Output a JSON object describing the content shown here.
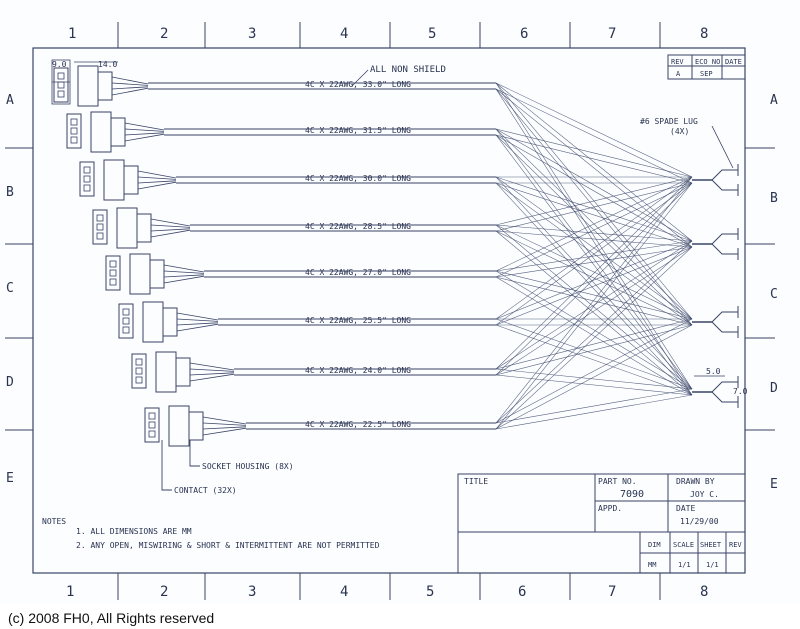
{
  "column_labels": [
    "1",
    "2",
    "3",
    "4",
    "5",
    "6",
    "7",
    "8"
  ],
  "row_labels": [
    "A",
    "B",
    "C",
    "D",
    "E"
  ],
  "revision_block": {
    "rev": "REV",
    "eco": "ECO NO",
    "date": "DATE",
    "rev_val": "A",
    "eco_val": "SEP"
  },
  "header_note": "ALL NON SHIELD",
  "spade_lug_note": "#6 SPADE LUG",
  "spade_lug_count": "(4X)",
  "dimension_labels": {
    "d1": "9.0",
    "d2": "14.0",
    "d3": "5.0",
    "d4": "7.0"
  },
  "cables": [
    {
      "label": "4C X 22AWG, 33.0\" LONG"
    },
    {
      "label": "4C X 22AWG, 31.5\" LONG"
    },
    {
      "label": "4C X 22AWG, 30.0\" LONG"
    },
    {
      "label": "4C X 22AWG, 28.5\" LONG"
    },
    {
      "label": "4C X 22AWG, 27.0\" LONG"
    },
    {
      "label": "4C X 22AWG, 25.5\" LONG"
    },
    {
      "label": "4C X 22AWG, 24.0\" LONG"
    },
    {
      "label": "4C X 22AWG, 22.5\" LONG"
    }
  ],
  "callouts": {
    "socket_housing": "SOCKET HOUSING (8X)",
    "contact": "CONTACT (32X)"
  },
  "notes": {
    "title": "NOTES",
    "items": [
      "1. ALL DIMENSIONS ARE MM",
      "2. ANY OPEN, MISWIRING & SHORT & INTERMITTENT ARE NOT PERMITTED"
    ]
  },
  "title_block": {
    "title_label": "TITLE",
    "part_no_label": "PART NO.",
    "part_no_value": "7090",
    "appd_label": "APPD.",
    "drawn_by_label": "DRAWN BY",
    "drawn_by_value": "JOY C.",
    "date_label": "DATE",
    "date_value": "11/29/00",
    "dim_label": "DIM",
    "dim_value": "MM",
    "scale_label": "SCALE",
    "scale_value": "1/1",
    "sheet_label": "SHEET",
    "sheet_value": "1/1",
    "rev_label": "REV"
  },
  "copyright": "(c) 2008 FH0, All Rights reserved",
  "colors": {
    "line": "#3a4466",
    "sheet": "#fbfdff"
  }
}
